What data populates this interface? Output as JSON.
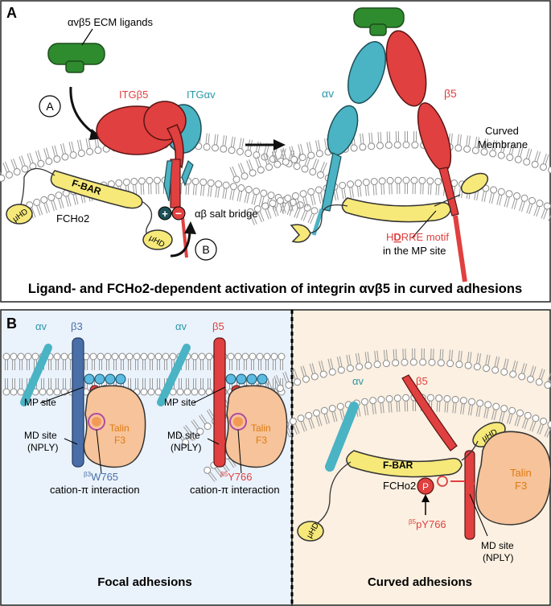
{
  "panel_a": {
    "letter": "A",
    "ecm_ligands": "αvβ5 ECM ligands",
    "label_itgb5": "ITGβ5",
    "label_itgav": "ITGαv",
    "step_a": "A",
    "step_b": "B",
    "label_av": "αv",
    "label_b5": "β5",
    "curved_membrane_1": "Curved",
    "curved_membrane_2": "Membrane",
    "fbar": "F-BAR",
    "muhd": "μHD",
    "fcho2": "FCHo2",
    "salt_bridge": "αβ salt bridge",
    "motif_a": "H",
    "motif_b": "D",
    "motif_c": "RRE motif",
    "motif_site": "in the MP site",
    "title": "Ligand- and FCHo2-dependent activation of integrin αvβ5 in curved adhesions"
  },
  "panel_b": {
    "letter": "B",
    "av_1": "αv",
    "b3": "β3",
    "av_2": "αv",
    "b5_1": "β5",
    "av_3": "αv",
    "b5_2": "β5",
    "mp_site_1": "MP site",
    "mp_site_2": "MP site",
    "md_site_1a": "MD site",
    "md_site_1b": "(NPLY)",
    "md_site_2a": "MD site",
    "md_site_2b": "(NPLY)",
    "md_site_3a": "MD site",
    "md_site_3b": "(NPLY)",
    "talin_1a": "Talin",
    "talin_1b": "F3",
    "talin_2a": "Talin",
    "talin_2b": "F3",
    "talin_3a": "Talin",
    "talin_3b": "F3",
    "w765_sup": "β3",
    "w765": "W765",
    "y766_sup": "β5",
    "y766": "Y766",
    "cation_pi_1": "cation-π interaction",
    "cation_pi_2": "cation-π interaction",
    "py766_sup": "β5",
    "py766": "pY766",
    "phospho": "P",
    "fbar": "F-BAR",
    "muhd_1": "μHD",
    "muhd_2": "μHD",
    "fcho2": "FCHo2",
    "focal": "Focal adhesions",
    "curved": "Curved adhesions"
  },
  "colors": {
    "ligand": "#2e8b2e",
    "itgb5": "#e0403f",
    "itgav": "#4ab3c4",
    "itgb3": "#4a6fa8",
    "fcho2": "#f6e97a",
    "talin": "#f6c39a",
    "focal_bg": "#eaf2fb",
    "curved_bg": "#fbf0e1"
  }
}
